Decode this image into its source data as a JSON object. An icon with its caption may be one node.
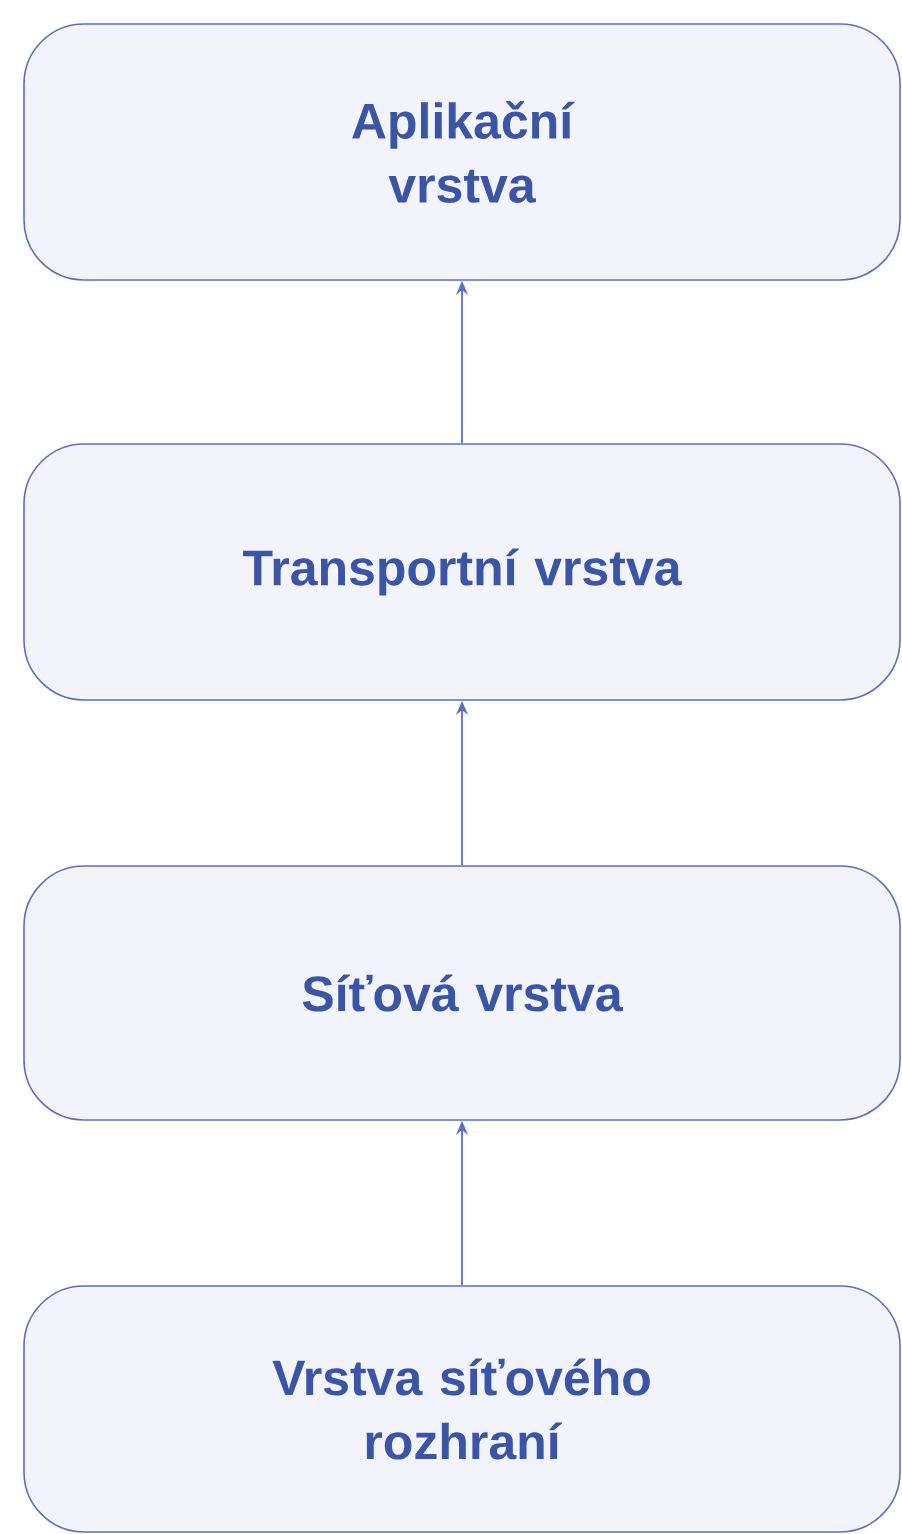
{
  "diagram": {
    "nodes": [
      {
        "text": [
          "Aplikační vrstva"
        ]
      },
      {
        "text": [
          "Transportní vrstva"
        ]
      },
      {
        "text": [
          "Síťová vrstva"
        ]
      },
      {
        "text": [
          "Vrstva síťového rozhraní"
        ]
      }
    ],
    "edges": [
      {
        "from": 1,
        "to": 0,
        "arrow": "to"
      },
      {
        "from": 2,
        "to": 1,
        "arrow": "to"
      },
      {
        "from": 3,
        "to": 2,
        "arrow": "to"
      }
    ]
  }
}
